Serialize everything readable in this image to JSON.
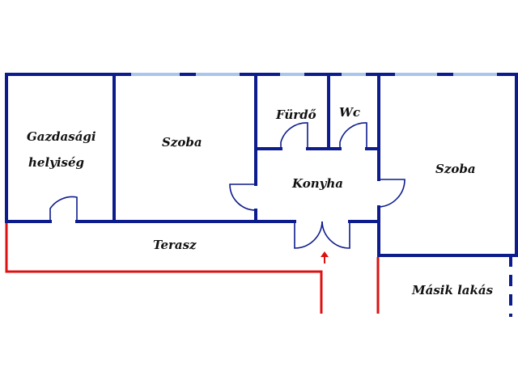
{
  "colors": {
    "wall": "#0d1c8c",
    "window": "#a9c6ec",
    "door": "#0d1c8c",
    "boundary": "#dd1111",
    "background": "#ffffff"
  },
  "rooms": {
    "utility": {
      "line1": "Gazdasági",
      "line2": "helyiség"
    },
    "room_left": "Szoba",
    "bathroom": "Fürdő",
    "wc": "Wc",
    "kitchen": "Konyha",
    "room_right": "Szoba",
    "terrace": "Terasz",
    "other_flat": "Másik lakás"
  }
}
